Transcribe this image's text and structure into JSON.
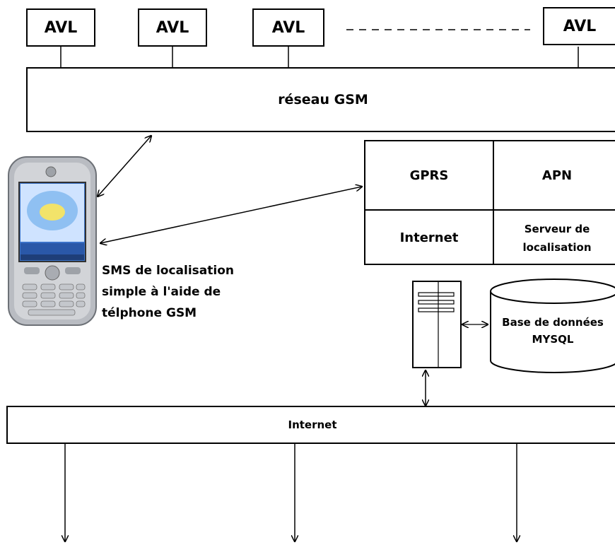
{
  "avl_nodes": [
    {
      "label": "AVL"
    },
    {
      "label": "AVL"
    },
    {
      "label": "AVL"
    },
    {
      "label": "AVL"
    }
  ],
  "gsm_network": {
    "label": "réseau GSM"
  },
  "grid": {
    "gprs": "GPRS",
    "apn": "APN",
    "internet": "Internet",
    "server": "Serveur de\nlocalisation"
  },
  "phone_caption": "SMS de localisation\nsimple à l'aide de\ntélphone GSM",
  "database": {
    "line1": "Base de données",
    "line2": "MYSQL"
  },
  "internet_bar": {
    "label": "Internet"
  },
  "colors": {
    "line": "#000000",
    "phone_body": "#b9bcc2",
    "phone_screen": "#3a72c8"
  }
}
